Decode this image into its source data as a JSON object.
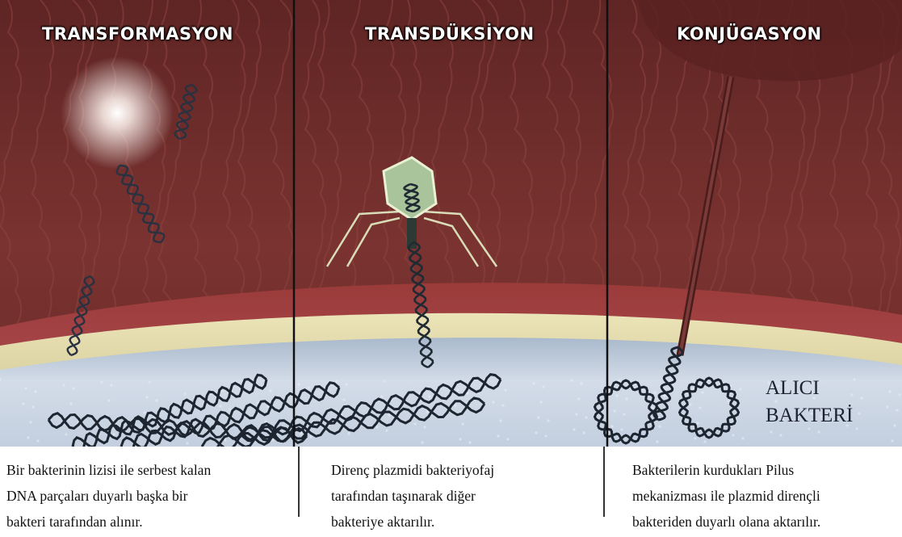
{
  "panels": [
    {
      "title": "TRANSFORMASYON",
      "description": [
        "Bir bakterinin lizisi ile serbest kalan",
        "DNA parçaları duyarlı başka bir",
        "bakteri tarafından alınır."
      ]
    },
    {
      "title": "TRANSDÜKSİYON",
      "description": [
        "Direnç plazmidi bakteriyofaj",
        "tarafından taşınarak diğer",
        "bakteriye aktarılır."
      ]
    },
    {
      "title": "KONJÜGASYON",
      "description": [
        "Bakterilerin kurdukları Pilus",
        "mekanizması ile plazmid dirençli",
        "bakteriden duyarlı olana aktarılır."
      ]
    }
  ],
  "receiver_label": [
    "ALICI",
    "BAKTERİ"
  ],
  "colors": {
    "background_tissue": "#6e2c2a",
    "membrane_outer": "#8a3434",
    "membrane_inner": "#ddd5a4",
    "cytoplasm": "#c9d4e4",
    "dna": "#1d2530",
    "phage": "#a9c39a"
  }
}
